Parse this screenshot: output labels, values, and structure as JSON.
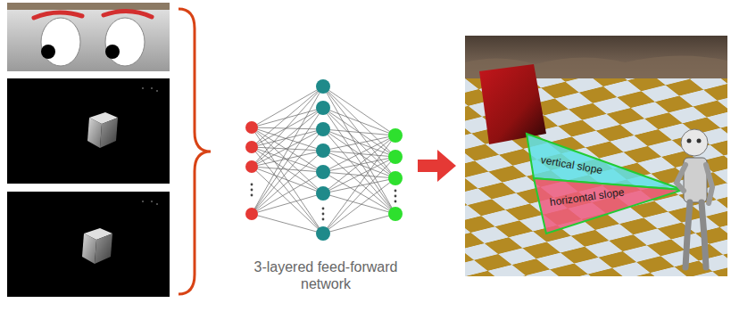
{
  "diagram": {
    "labels": [
      "3-layered feed-forward network",
      "vertical slope",
      "horizontal slope"
    ]
  }
}
